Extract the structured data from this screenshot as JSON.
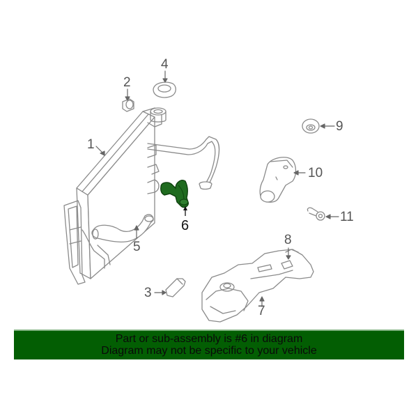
{
  "diagram": {
    "type": "exploded-parts-diagram",
    "subject": "Cooling system: radiator, hoses, reservoir, thermostat housing",
    "highlight_color": "#1f6b1f",
    "line_color": "#8a8a8a",
    "callouts": [
      {
        "id": "1",
        "label": "1",
        "part": "radiator"
      },
      {
        "id": "2",
        "label": "2",
        "part": "radiator-mount-bushing"
      },
      {
        "id": "3",
        "label": "3",
        "part": "sensor"
      },
      {
        "id": "4",
        "label": "4",
        "part": "cap-seal"
      },
      {
        "id": "5",
        "label": "5",
        "part": "lower-radiator-hose"
      },
      {
        "id": "6",
        "label": "6",
        "part": "highlighted-hose",
        "highlighted": true
      },
      {
        "id": "7",
        "label": "7",
        "part": "coolant-reservoir"
      },
      {
        "id": "8",
        "label": "8",
        "part": "reservoir-sensor"
      },
      {
        "id": "9",
        "label": "9",
        "part": "grommet"
      },
      {
        "id": "10",
        "label": "10",
        "part": "thermostat-housing"
      },
      {
        "id": "11",
        "label": "11",
        "part": "bolt"
      }
    ]
  },
  "banner": {
    "line1": "Part or sub-assembly is #6 in diagram",
    "line2": "Diagram may not be specific to your vehicle",
    "background": "#035e03",
    "text_color": "#0a0a0a"
  }
}
